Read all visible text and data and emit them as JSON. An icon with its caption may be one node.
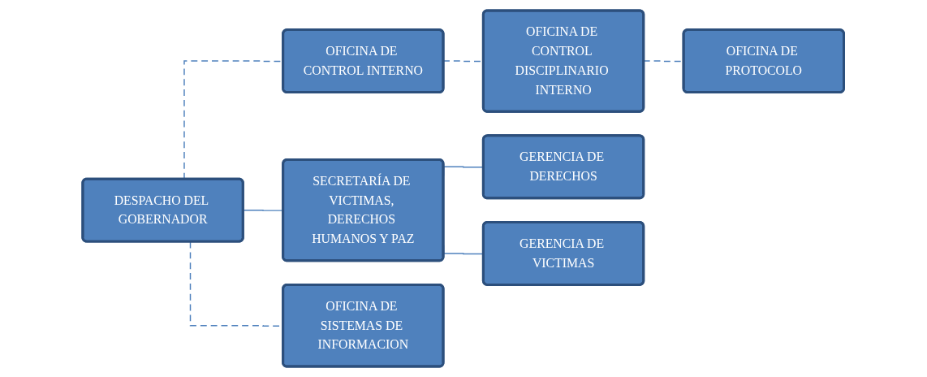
{
  "diagram": {
    "nodes": [
      {
        "text": [
          "DESPACHO DEL GOBERNADOR"
        ]
      },
      {
        "text": [
          "OFICINA DE CONTROL INTERNO"
        ]
      },
      {
        "text": [
          "OFICINA DE CONTROL DISCIPLINARIO INTERNO"
        ]
      },
      {
        "text": [
          "OFICINA DE PROTOCOLO"
        ]
      },
      {
        "text": [
          "SECRETARÍA DE VICTIMAS, DERECHOS HUMANOS Y PAZ"
        ]
      },
      {
        "text": [
          "GERENCIA DE DERECHOS"
        ]
      },
      {
        "text": [
          "GERENCIA DE VICTIMAS"
        ]
      },
      {
        "text": [
          "OFICINA DE SISTEMAS DE INFORMACION"
        ]
      }
    ],
    "edges": [
      {
        "from": 0,
        "to": 1,
        "arrow": "none",
        "style": "dashed"
      },
      {
        "from": 1,
        "to": 2,
        "arrow": "none",
        "style": "dashed"
      },
      {
        "from": 2,
        "to": 3,
        "arrow": "none",
        "style": "dashed"
      },
      {
        "from": 0,
        "to": 7,
        "arrow": "none",
        "style": "dashed"
      },
      {
        "from": 0,
        "to": 4,
        "arrow": "none"
      },
      {
        "from": 4,
        "to": 5,
        "arrow": "none"
      },
      {
        "from": 4,
        "to": 6,
        "arrow": "none"
      }
    ]
  }
}
